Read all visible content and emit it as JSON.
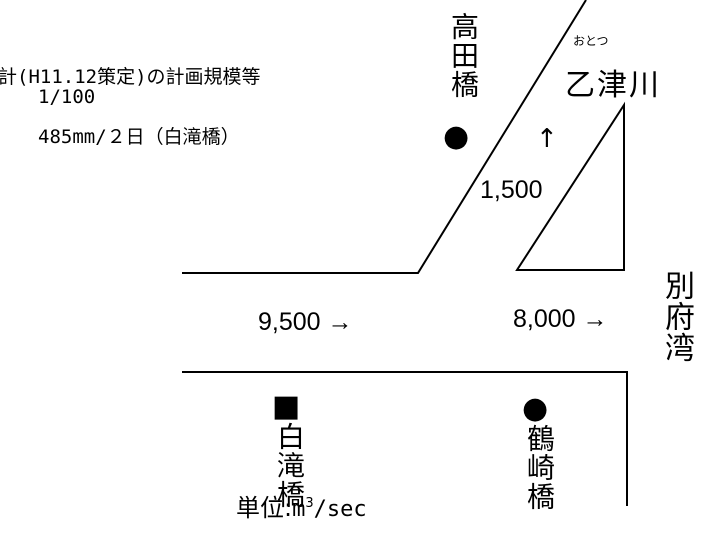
{
  "plan": {
    "title_fragment": "計(H11.12策定)の計画規模等",
    "scale": "1/100",
    "rainfall": "485mm/２日（白滝橋）"
  },
  "stations": {
    "takata": {
      "label": "高田橋",
      "symbol": "●"
    },
    "shirataki": {
      "label": "白滝橋",
      "symbol": "■"
    },
    "tsurusaki": {
      "label": "鶴崎橋",
      "symbol": "●"
    }
  },
  "tributary": {
    "label": "乙津川",
    "ruby": "おとつ"
  },
  "sea": {
    "label": "別府湾"
  },
  "flows": {
    "tributary_flow": "1,500",
    "tributary_arrow": "↑",
    "main_upstream": "9,500 →",
    "main_downstream": "8,000 →"
  },
  "unit": {
    "prefix": "単位",
    "colon": ":",
    "value": "m",
    "sup": "3",
    "suffix": "/sec"
  }
}
